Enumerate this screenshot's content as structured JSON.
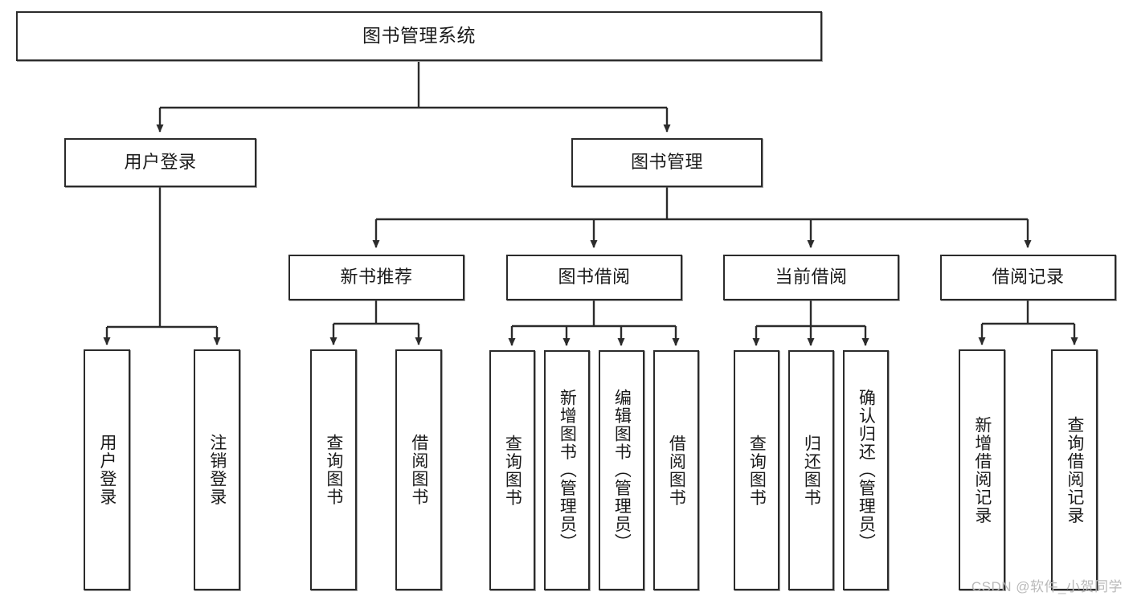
{
  "diagram": {
    "title": "图书管理系统",
    "watermark": "CSDN @软件_小贺同学",
    "colors": {
      "box_border": "#2b2b2b",
      "box_fill": "#ffffff",
      "connector": "#2b2b2b",
      "text": "#1a1a1a",
      "watermark": "#b9b9b9",
      "background": "#ffffff"
    },
    "levels": {
      "root": "图书管理系统",
      "level2": [
        "用户登录",
        "图书管理"
      ],
      "level3": [
        "新书推荐",
        "图书借阅",
        "当前借阅",
        "借阅记录"
      ]
    },
    "nodes": {
      "root": {
        "label": "图书管理系统"
      },
      "user_login": {
        "label": "用户登录"
      },
      "book_manage": {
        "label": "图书管理"
      },
      "new_book_rec": {
        "label": "新书推荐"
      },
      "book_borrow": {
        "label": "图书借阅"
      },
      "current_borrow": {
        "label": "当前借阅"
      },
      "borrow_record": {
        "label": "借阅记录"
      },
      "leaf_user_login": {
        "label": "用户登录"
      },
      "leaf_user_logout": {
        "label": "注销登录"
      },
      "leaf_query_book_1": {
        "label": "查询图书"
      },
      "leaf_borrow_book_1": {
        "label": "借阅图书"
      },
      "leaf_query_book_2": {
        "label": "查询图书"
      },
      "leaf_add_book": {
        "label": "新增图书（管理员）"
      },
      "leaf_edit_book": {
        "label": "编辑图书（管理员）"
      },
      "leaf_borrow_book_2": {
        "label": "借阅图书"
      },
      "leaf_query_book_3": {
        "label": "查询图书"
      },
      "leaf_return_book": {
        "label": "归还图书"
      },
      "leaf_confirm_return": {
        "label": "确认归还（管理员）"
      },
      "leaf_add_record": {
        "label": "新增借阅记录"
      },
      "leaf_query_record": {
        "label": "查询借阅记录"
      }
    },
    "tree": {
      "name": "图书管理系统",
      "children": [
        {
          "name": "用户登录",
          "children": [
            {
              "name": "用户登录"
            },
            {
              "name": "注销登录"
            }
          ]
        },
        {
          "name": "图书管理",
          "children": [
            {
              "name": "新书推荐",
              "children": [
                {
                  "name": "查询图书"
                },
                {
                  "name": "借阅图书"
                }
              ]
            },
            {
              "name": "图书借阅",
              "children": [
                {
                  "name": "查询图书"
                },
                {
                  "name": "新增图书（管理员）"
                },
                {
                  "name": "编辑图书（管理员）"
                },
                {
                  "name": "借阅图书"
                }
              ]
            },
            {
              "name": "当前借阅",
              "children": [
                {
                  "name": "查询图书"
                },
                {
                  "name": "归还图书"
                },
                {
                  "name": "确认归还（管理员）"
                }
              ]
            },
            {
              "name": "借阅记录",
              "children": [
                {
                  "name": "新增借阅记录"
                },
                {
                  "name": "查询借阅记录"
                }
              ]
            }
          ]
        }
      ]
    }
  }
}
